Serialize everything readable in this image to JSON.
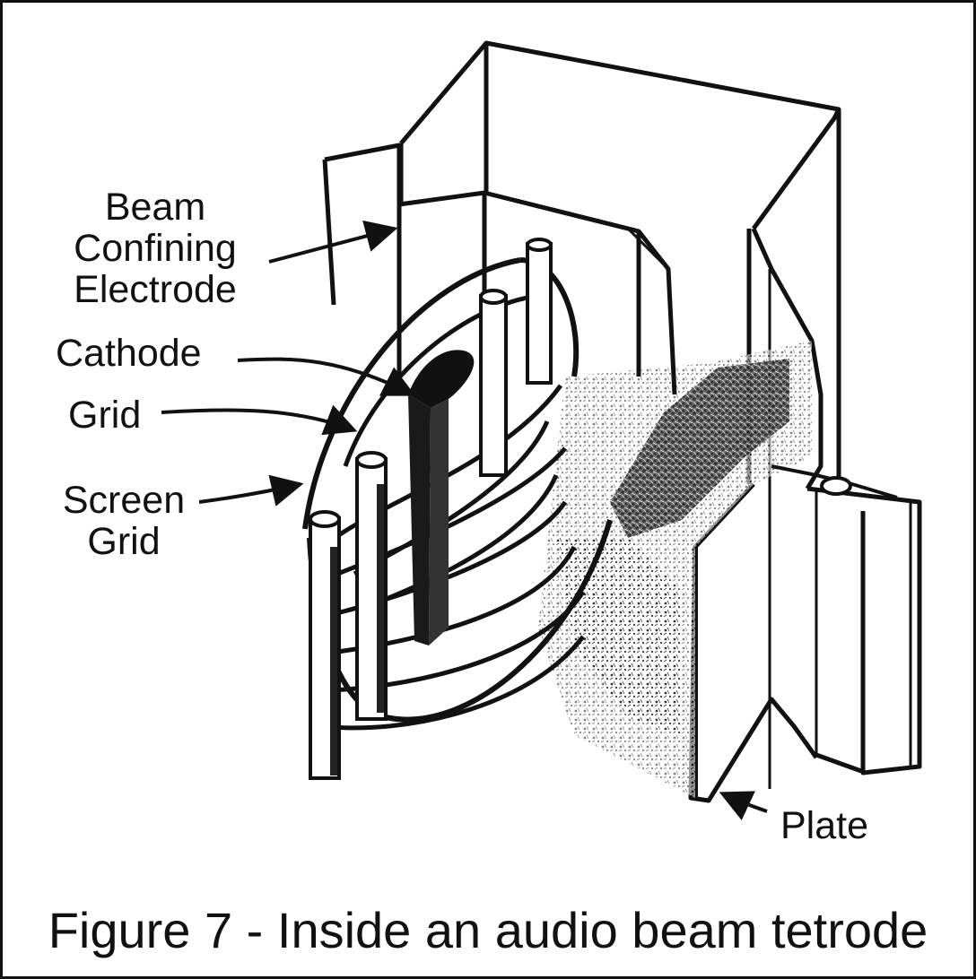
{
  "labels": {
    "beam_confining_line1": "Beam",
    "beam_confining_line2": "Confining",
    "beam_confining_line3": "Electrode",
    "cathode": "Cathode",
    "grid": "Grid",
    "screen_grid_line1": "Screen",
    "screen_grid_line2": "Grid",
    "plate": "Plate"
  },
  "caption": "Figure 7 - Inside an audio beam tetrode",
  "colors": {
    "ink": "#111111",
    "paper": "#ffffff",
    "shade": "#333333"
  }
}
